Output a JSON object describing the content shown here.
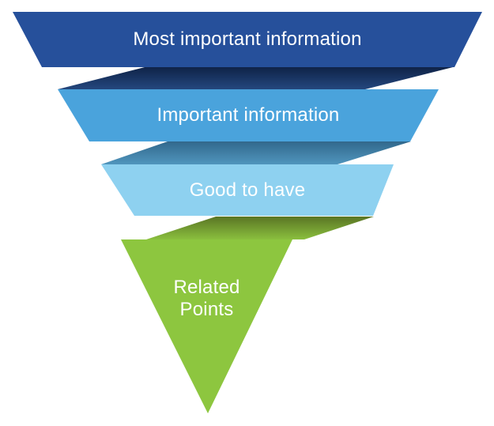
{
  "pyramid": {
    "type": "inverted-pyramid-ribbon",
    "background": "#FFFFFF",
    "text_color": "#FFFFFF",
    "layers": [
      {
        "label": "Most important information",
        "fill": "#26509B",
        "fold_top": "#0F2348",
        "fold_bottom": "#24477E"
      },
      {
        "label": "Important information",
        "fill": "#4AA3DC",
        "fold_top": "#31688C",
        "fold_bottom": "#5095BD"
      },
      {
        "label": "Good to have",
        "fill": "#8ED1F0",
        "fold_top": "#5A7524",
        "fold_bottom": "#8ABF3E"
      },
      {
        "label": "Related Points",
        "label_line1": "Related",
        "label_line2": "Points",
        "fill": "#8DC63F"
      }
    ]
  }
}
